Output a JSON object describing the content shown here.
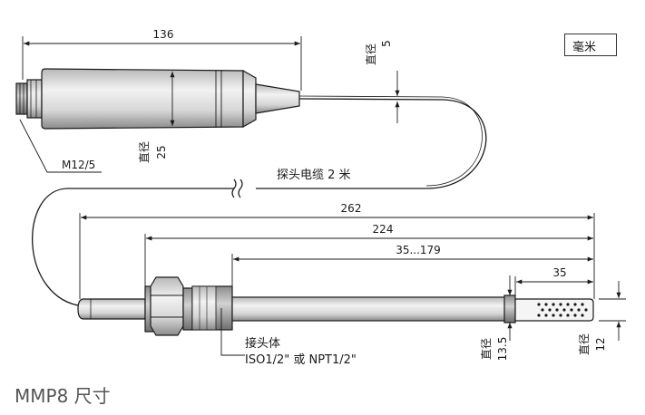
{
  "figure": {
    "unit": "毫米",
    "title": "MMP8 尺寸"
  },
  "dimensions": {
    "probe_length": "136",
    "cable_diameter_label": "直径",
    "cable_diameter_value": "5",
    "probe_diameter_label": "直径",
    "probe_diameter_value": "25",
    "connector": "M12/5",
    "cable_length": "探头电缆 2 米",
    "total_length": "262",
    "insertion_length": "224",
    "adjust_range": "35...179",
    "filter_length": "35",
    "shaft_diameter_label": "直径",
    "shaft_diameter_value": "13.5",
    "filter_diameter_label": "直径",
    "filter_diameter_value": "12",
    "fitting_label": "接头体",
    "fitting_spec": "ISO1/2\" 或 NPT1/2\""
  },
  "colors": {
    "line": "#1a1a1a",
    "body_fill": "#e4e4e4",
    "body_shade": "#9a9a9a",
    "title": "#555555"
  }
}
